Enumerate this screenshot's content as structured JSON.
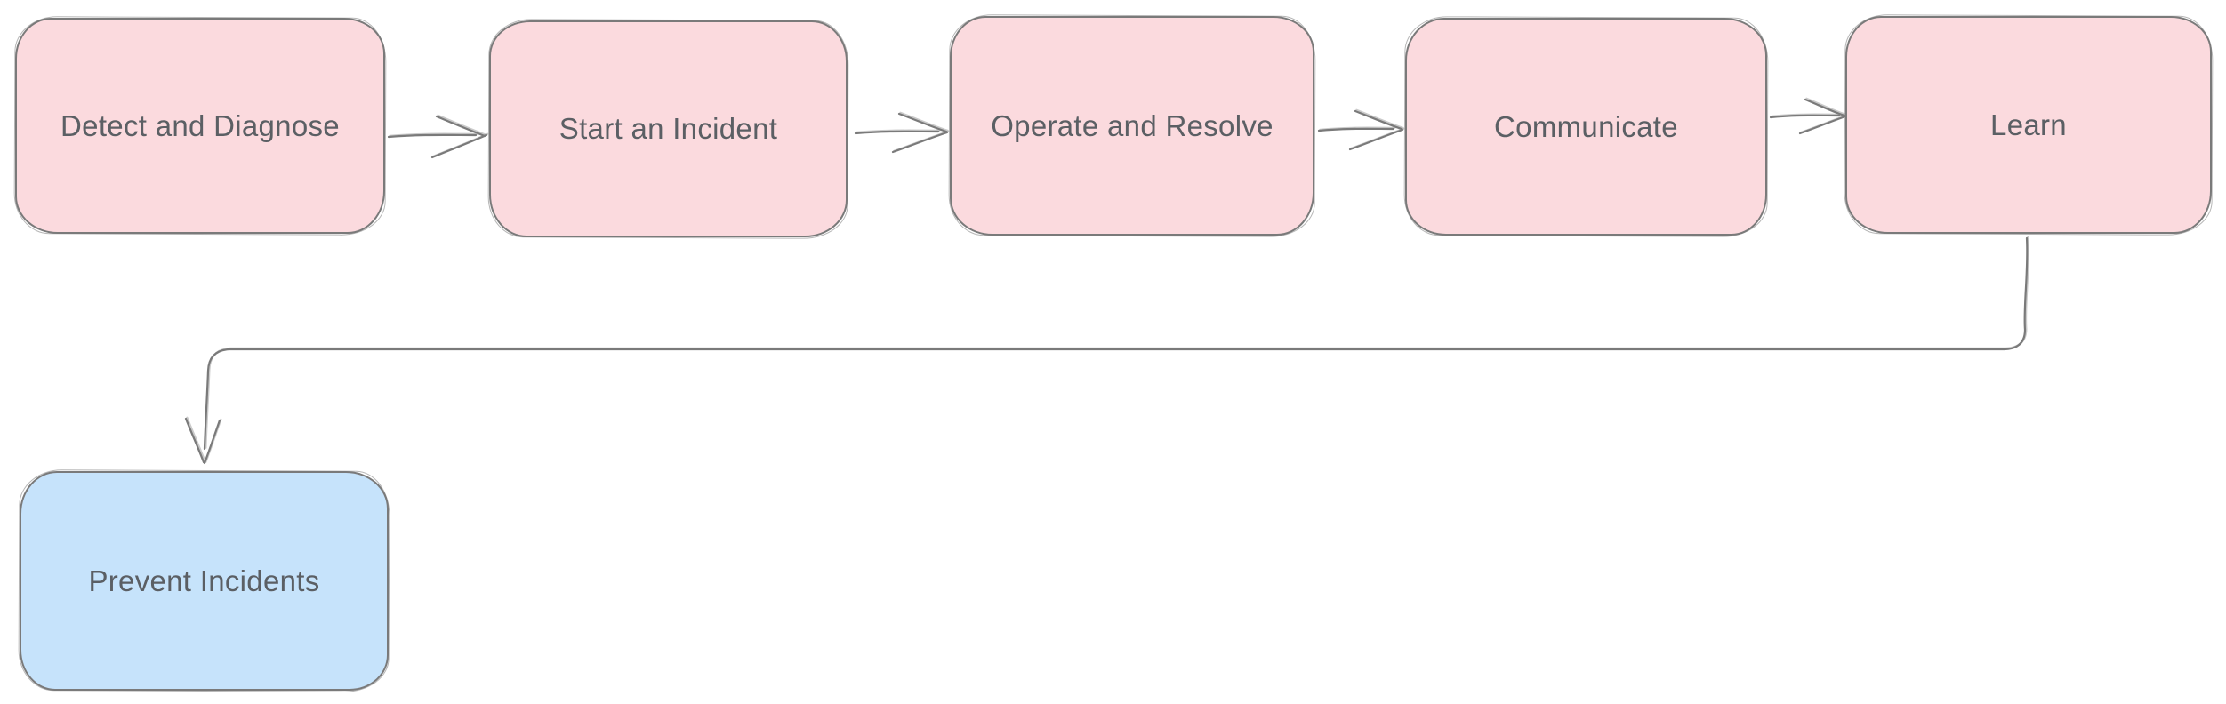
{
  "diagram": {
    "type": "flowchart",
    "style": "hand-drawn-sketch",
    "background_color": "#ffffff",
    "stroke_color": "#7a7a7a",
    "text_color": "#5b5f64",
    "process_fill_color": "#fbdade",
    "highlight_fill_color": "#c6e3fb",
    "nodes": [
      {
        "id": "detect-and-diagnose",
        "label": "Detect and Diagnose",
        "fill": "#fbdade",
        "shape": "rounded-rectangle"
      },
      {
        "id": "start-an-incident",
        "label": "Start an Incident",
        "fill": "#fbdade",
        "shape": "rounded-rectangle"
      },
      {
        "id": "operate-and-resolve",
        "label": "Operate and Resolve",
        "fill": "#fbdade",
        "shape": "rounded-rectangle"
      },
      {
        "id": "communicate",
        "label": "Communicate",
        "fill": "#fbdade",
        "shape": "rounded-rectangle"
      },
      {
        "id": "learn",
        "label": "Learn",
        "fill": "#fbdade",
        "shape": "rounded-rectangle"
      },
      {
        "id": "prevent-incidents",
        "label": "Prevent Incidents",
        "fill": "#c6e3fb",
        "shape": "rounded-rectangle"
      }
    ],
    "edges": [
      {
        "from": "Detect and Diagnose",
        "to": "Start an Incident",
        "type": "arrow-right"
      },
      {
        "from": "Start an Incident",
        "to": "Operate and Resolve",
        "type": "arrow-right"
      },
      {
        "from": "Operate and Resolve",
        "to": "Communicate",
        "type": "arrow-right"
      },
      {
        "from": "Communicate",
        "to": "Learn",
        "type": "arrow-right"
      },
      {
        "from": "Learn",
        "to": "Prevent Incidents",
        "type": "elbow-down-left-down"
      }
    ]
  }
}
